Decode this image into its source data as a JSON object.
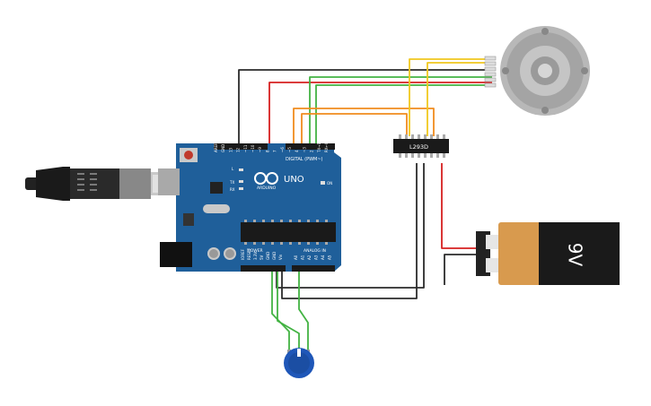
{
  "arduino": {
    "brand": "ARDUINO",
    "model": "UNO",
    "digital_header_label": "DIGITAL (PWM~)",
    "power_label": "POWER",
    "analog_label": "ANALOG IN",
    "on_led_label": "ON",
    "tx_label": "TX",
    "rx_label": "RX",
    "l_led_label": "L",
    "board_color": "#1f5f9a",
    "digital_pins": [
      "AREF",
      "GND",
      "13",
      "12",
      "~11",
      "~10",
      "~9",
      "8",
      "7",
      "~6",
      "~5",
      "4",
      "~3",
      "2",
      "TX→1",
      "RX←0"
    ],
    "power_pins": [
      "IOREF",
      "RESET",
      "3.3V",
      "5V",
      "GND",
      "GND",
      "Vin"
    ],
    "analog_pins": [
      "A0",
      "A1",
      "A2",
      "A3",
      "A4",
      "A5"
    ]
  },
  "driver_ic": {
    "label": "L293D"
  },
  "battery": {
    "label": "9V",
    "body_color": "#d89a4e"
  },
  "motor": {
    "icon": "dc-motor-icon"
  },
  "potentiometer": {
    "icon": "potentiometer-icon",
    "knob_color": "#1f57b8"
  },
  "usb_cable": {
    "icon": "usb-cable-icon"
  },
  "wire_colors": {
    "black": "#2b2b2b",
    "red": "#d62020",
    "green": "#43b343",
    "orange": "#f08c1e",
    "yellow": "#f0c81e"
  }
}
